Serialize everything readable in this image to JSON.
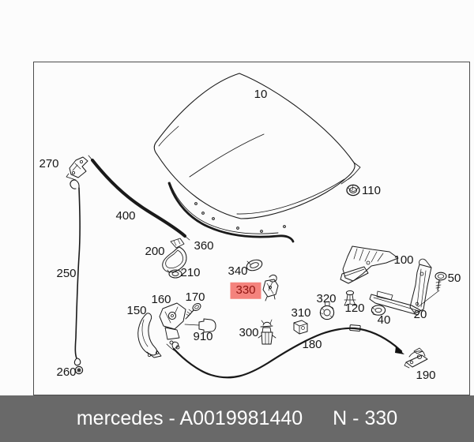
{
  "diagram": {
    "labels": [
      {
        "part": "10",
        "text": "10"
      },
      {
        "part": "110",
        "text": "110"
      },
      {
        "part": "270",
        "text": "270"
      },
      {
        "part": "400",
        "text": "400"
      },
      {
        "part": "360",
        "text": "360"
      },
      {
        "part": "200",
        "text": "200"
      },
      {
        "part": "210",
        "text": "210"
      },
      {
        "part": "340",
        "text": "340"
      },
      {
        "part": "330",
        "text": "330",
        "highlighted": true
      },
      {
        "part": "150",
        "text": "150"
      },
      {
        "part": "160",
        "text": "160"
      },
      {
        "part": "170",
        "text": "170"
      },
      {
        "part": "910",
        "text": "910"
      },
      {
        "part": "250",
        "text": "250"
      },
      {
        "part": "260",
        "text": "260"
      },
      {
        "part": "300",
        "text": "300"
      },
      {
        "part": "310",
        "text": "310"
      },
      {
        "part": "320",
        "text": "320"
      },
      {
        "part": "180",
        "text": "180"
      },
      {
        "part": "120",
        "text": "120"
      },
      {
        "part": "40",
        "text": "40"
      },
      {
        "part": "20",
        "text": "20"
      },
      {
        "part": "100",
        "text": "100"
      },
      {
        "part": "50",
        "text": "50"
      },
      {
        "part": "190",
        "text": "190"
      }
    ],
    "highlight": {
      "part": "330",
      "bg_color": "#f4837d",
      "text_color": "#8f1410"
    },
    "line_color": "#1a1a1a"
  },
  "footer": {
    "brand_part": "mercedes - A0019981440",
    "reference": "N - 330",
    "bg_color": "#696969",
    "text_color": "#ffffff"
  }
}
